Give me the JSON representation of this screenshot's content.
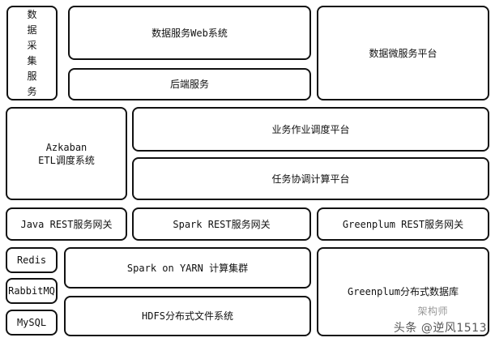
{
  "diagram": {
    "data_collection": [
      "数",
      "据",
      "采",
      "集",
      "服",
      "务"
    ],
    "web_system": "数据服务Web系统",
    "backend": "后端服务",
    "microservice": "数据微服务平台",
    "azkaban_line1": "Azkaban",
    "azkaban_line2": "ETL调度系统",
    "biz_scheduler": "业务作业调度平台",
    "task_compute": "任务协调计算平台",
    "java_gateway": "Java REST服务网关",
    "spark_gateway": "Spark REST服务网关",
    "greenplum_gateway": "Greenplum REST服务网关",
    "redis": "Redis",
    "rabbitmq": "RabbitMQ",
    "mysql": "MySQL",
    "spark_yarn": "Spark on YARN 计算集群",
    "hdfs": "HDFS分布式文件系统",
    "greenplum_db": "Greenplum分布式数据库"
  },
  "watermark": {
    "logo_text": "架构师",
    "text": "头条 @逆风1513"
  }
}
